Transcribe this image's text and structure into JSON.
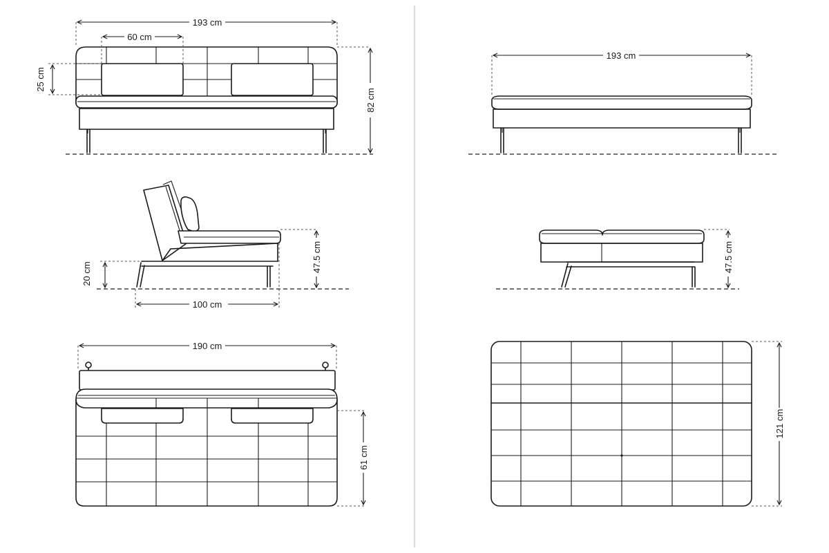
{
  "front_view": {
    "width_label": "193 cm",
    "cushion_width_label": "60 cm",
    "cushion_height_label": "25 cm",
    "total_height_label": "82 cm"
  },
  "side_view": {
    "seat_clearance_label": "20 cm",
    "seat_height_label": "47.5 cm",
    "depth_label": "100 cm"
  },
  "top_view": {
    "width_label": "190 cm",
    "seat_depth_label": "61 cm"
  },
  "flat_front_view": {
    "width_label": "193 cm"
  },
  "flat_side_view": {
    "seat_height_label": "47.5 cm"
  },
  "flat_top_view": {
    "depth_label": "121 cm"
  }
}
